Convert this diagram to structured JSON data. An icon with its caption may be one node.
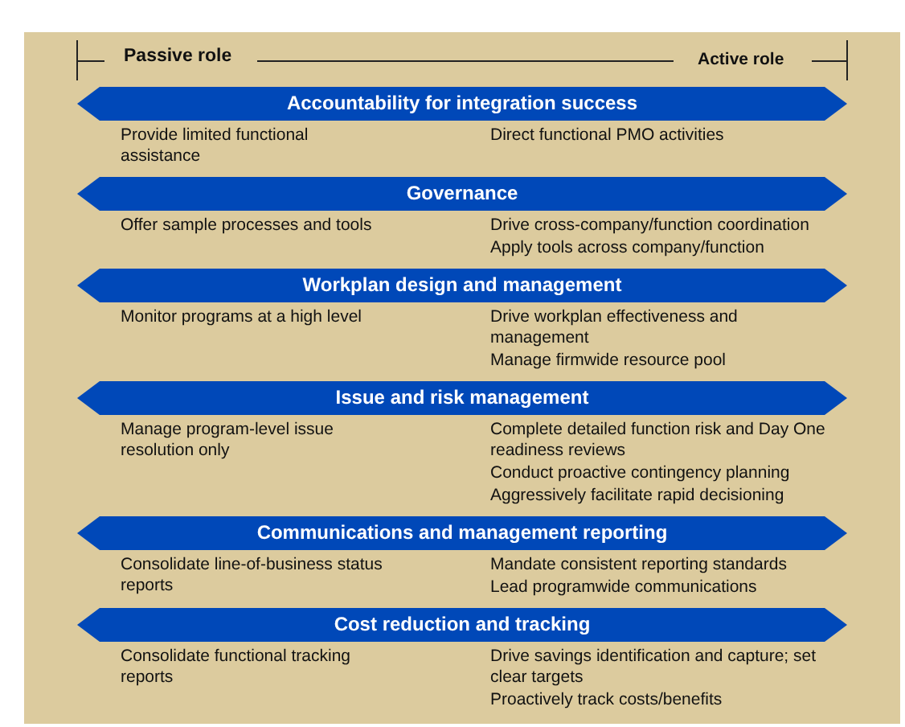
{
  "diagram": {
    "nodes": [
      {
        "text": [
          "Accountability for integration success"
        ]
      },
      {
        "text": [
          "Governance"
        ]
      },
      {
        "text": [
          "Workplan design and management"
        ]
      },
      {
        "text": [
          "Issue and risk management"
        ]
      },
      {
        "text": [
          "Communications and management reporting"
        ]
      },
      {
        "text": [
          "Cost reduction and tracking"
        ]
      }
    ],
    "labels": [
      "Passive role",
      "Active role",
      "Provide limited functional assistance",
      "Direct functional PMO activities",
      "Offer sample processes and tools",
      "Drive cross-company/function coordination",
      "Apply tools across company/function",
      "Monitor programs at a high level",
      "Drive workplan effectiveness and management",
      "Manage firmwide resource pool",
      "Manage program-level issue resolution only",
      "Complete detailed function risk and Day One readiness reviews",
      "Conduct proactive contingency planning",
      "Aggressively facilitate rapid decisioning",
      "Consolidate line-of-business status reports",
      "Mandate consistent reporting standards",
      "Lead programwide communications",
      "Consolidate functional tracking reports",
      "Drive savings identification and capture; set clear targets",
      "Proactively track costs/benefits"
    ]
  }
}
